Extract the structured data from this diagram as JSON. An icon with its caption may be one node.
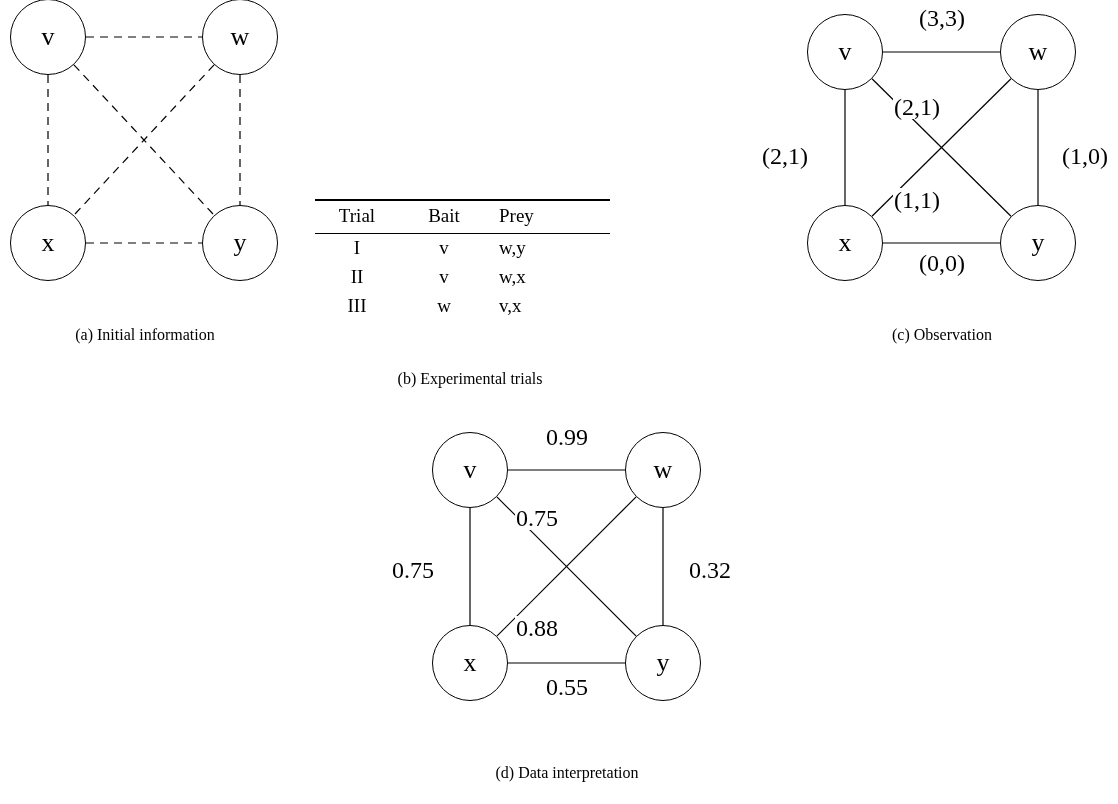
{
  "diagram": {
    "nodes": [
      {
        "text": [
          "v"
        ]
      },
      {
        "text": [
          "w"
        ]
      },
      {
        "text": [
          "x"
        ]
      },
      {
        "text": [
          "y"
        ]
      },
      {
        "text": [
          "v"
        ]
      },
      {
        "text": [
          "w"
        ]
      },
      {
        "text": [
          "x"
        ]
      },
      {
        "text": [
          "y"
        ]
      },
      {
        "text": [
          "v"
        ]
      },
      {
        "text": [
          "w"
        ]
      },
      {
        "text": [
          "x"
        ]
      },
      {
        "text": [
          "y"
        ]
      }
    ],
    "edges": [
      {
        "from": 0,
        "to": 1,
        "arrow": "none",
        "style": "dashed"
      },
      {
        "from": 0,
        "to": 3,
        "arrow": "none",
        "style": "dashed"
      },
      {
        "from": 0,
        "to": 2,
        "arrow": "none",
        "style": "dashed"
      },
      {
        "from": 1,
        "to": 3,
        "arrow": "none",
        "style": "dashed"
      },
      {
        "from": 1,
        "to": 2,
        "arrow": "none",
        "style": "dashed"
      },
      {
        "from": 2,
        "to": 3,
        "arrow": "none",
        "style": "dashed"
      },
      {
        "from": 4,
        "to": 5,
        "arrow": "none",
        "label": "(3,3)"
      },
      {
        "from": 4,
        "to": 7,
        "arrow": "none",
        "label": "(2,1)"
      },
      {
        "from": 4,
        "to": 6,
        "arrow": "none",
        "label": "(2,1)"
      },
      {
        "from": 5,
        "to": 7,
        "arrow": "none",
        "label": "(1,0)"
      },
      {
        "from": 5,
        "to": 6,
        "arrow": "none",
        "label": "(1,1)"
      },
      {
        "from": 6,
        "to": 7,
        "arrow": "none",
        "label": "(0,0)"
      },
      {
        "from": 8,
        "to": 9,
        "arrow": "none",
        "label": "0.99"
      },
      {
        "from": 8,
        "to": 11,
        "arrow": "none",
        "label": "0.75"
      },
      {
        "from": 8,
        "to": 10,
        "arrow": "none",
        "label": "0.75"
      },
      {
        "from": 9,
        "to": 11,
        "arrow": "none",
        "label": "0.32"
      },
      {
        "from": 9,
        "to": 10,
        "arrow": "none",
        "label": "0.88"
      },
      {
        "from": 10,
        "to": 11,
        "arrow": "none",
        "label": "0.55"
      }
    ],
    "labels": [
      "(a) Initial information",
      "Trial",
      "Bait",
      "Prey",
      "I",
      "v",
      "w,y",
      "II",
      "v",
      "w,x",
      "III",
      "w",
      "v,x",
      "(c) Observation",
      "(b) Experimental trials",
      "(d) Data interpretation"
    ]
  }
}
